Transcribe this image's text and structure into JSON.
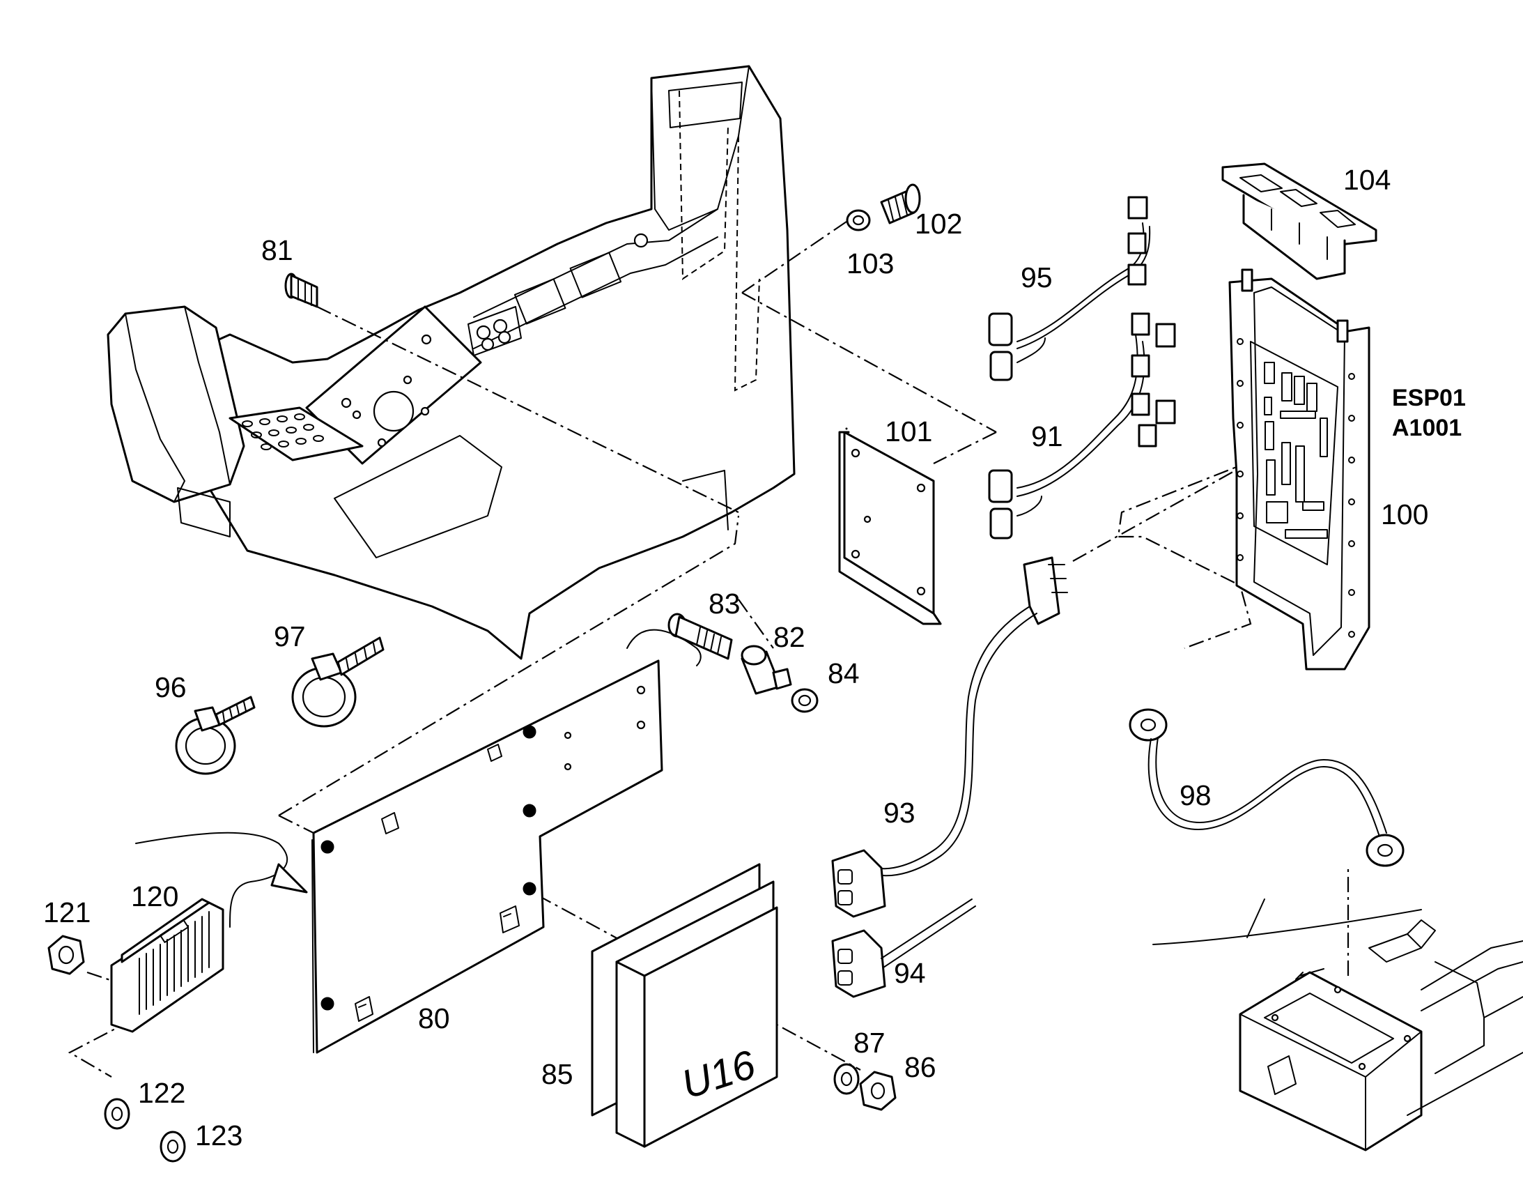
{
  "callouts": {
    "c80": "80",
    "c81": "81",
    "c82": "82",
    "c83": "83",
    "c84": "84",
    "c85": "85",
    "c86": "86",
    "c87": "87",
    "c91": "91",
    "c93": "93",
    "c94": "94",
    "c95": "95",
    "c96": "96",
    "c97": "97",
    "c98": "98",
    "c100": "100",
    "c101": "101",
    "c102": "102",
    "c103": "103",
    "c104": "104",
    "c120": "120",
    "c121": "121",
    "c122": "122",
    "c123": "123"
  },
  "assembly_code": {
    "line1": "ESP01",
    "line2": "A1001"
  },
  "module_label": "U16"
}
